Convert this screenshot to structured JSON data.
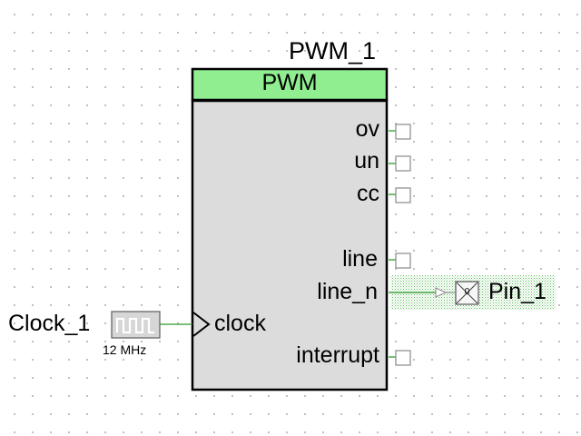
{
  "component": {
    "instance_name": "PWM_1",
    "type_label": "PWM",
    "header_color": "#90ee90",
    "body_color": "#dcdcdc",
    "output_pins": [
      {
        "label": "ov"
      },
      {
        "label": "un"
      },
      {
        "label": "cc"
      },
      {
        "label": "line"
      },
      {
        "label": "line_n"
      },
      {
        "label": "interrupt"
      }
    ],
    "input_pin": {
      "label": "clock"
    }
  },
  "clock": {
    "instance_name": "Clock_1",
    "frequency": "12 MHz"
  },
  "output_pin": {
    "instance_name": "Pin_1",
    "state_label": "0"
  },
  "colors": {
    "wire": "#2e9a2e",
    "terminal": "#8a8a8a",
    "selection": "#4caf50"
  }
}
